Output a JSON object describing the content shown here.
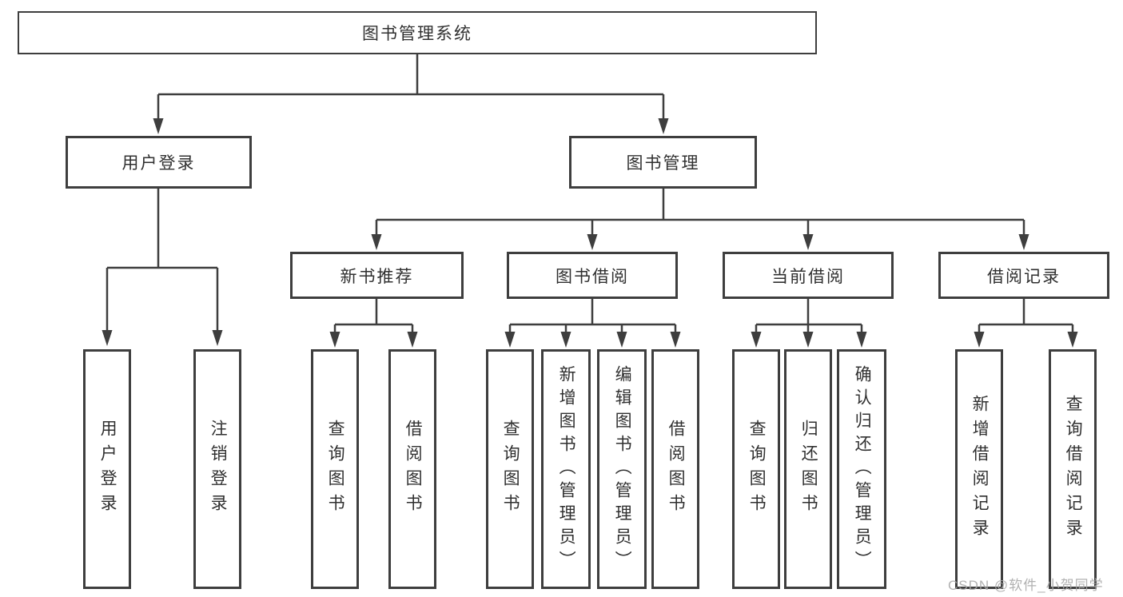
{
  "tree": {
    "label": "图书管理系统",
    "children": [
      {
        "label": "用户登录",
        "children": [
          {
            "label": "用户登录"
          },
          {
            "label": "注销登录"
          }
        ]
      },
      {
        "label": "图书管理",
        "children": [
          {
            "label": "新书推荐",
            "children": [
              {
                "label": "查询图书"
              },
              {
                "label": "借阅图书"
              }
            ]
          },
          {
            "label": "图书借阅",
            "children": [
              {
                "label": "查询图书"
              },
              {
                "label": "新增图书（管理员）"
              },
              {
                "label": "编辑图书（管理员）"
              },
              {
                "label": "借阅图书"
              }
            ]
          },
          {
            "label": "当前借阅",
            "children": [
              {
                "label": "查询图书"
              },
              {
                "label": "归还图书"
              },
              {
                "label": "确认归还（管理员）"
              }
            ]
          },
          {
            "label": "借阅记录",
            "children": [
              {
                "label": "新增借阅记录"
              },
              {
                "label": "查询借阅记录"
              }
            ]
          }
        ]
      }
    ]
  },
  "watermark": "CSDN @软件_小贺同学",
  "colors": {
    "line": "#3e3e3e",
    "box_border": "#3e3e3e",
    "text": "#303030",
    "background": "#ffffff",
    "watermark": "#a9a9a9"
  }
}
